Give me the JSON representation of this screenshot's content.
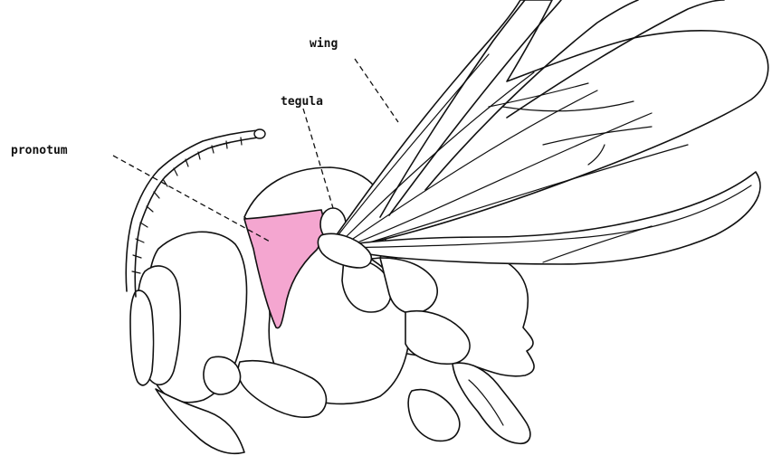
{
  "labels": {
    "wing": "wing",
    "tegula": "tegula",
    "pronotum": "pronotum"
  },
  "colors": {
    "highlight": "#f4a6d0",
    "line": "#111111",
    "background": "#ffffff"
  }
}
